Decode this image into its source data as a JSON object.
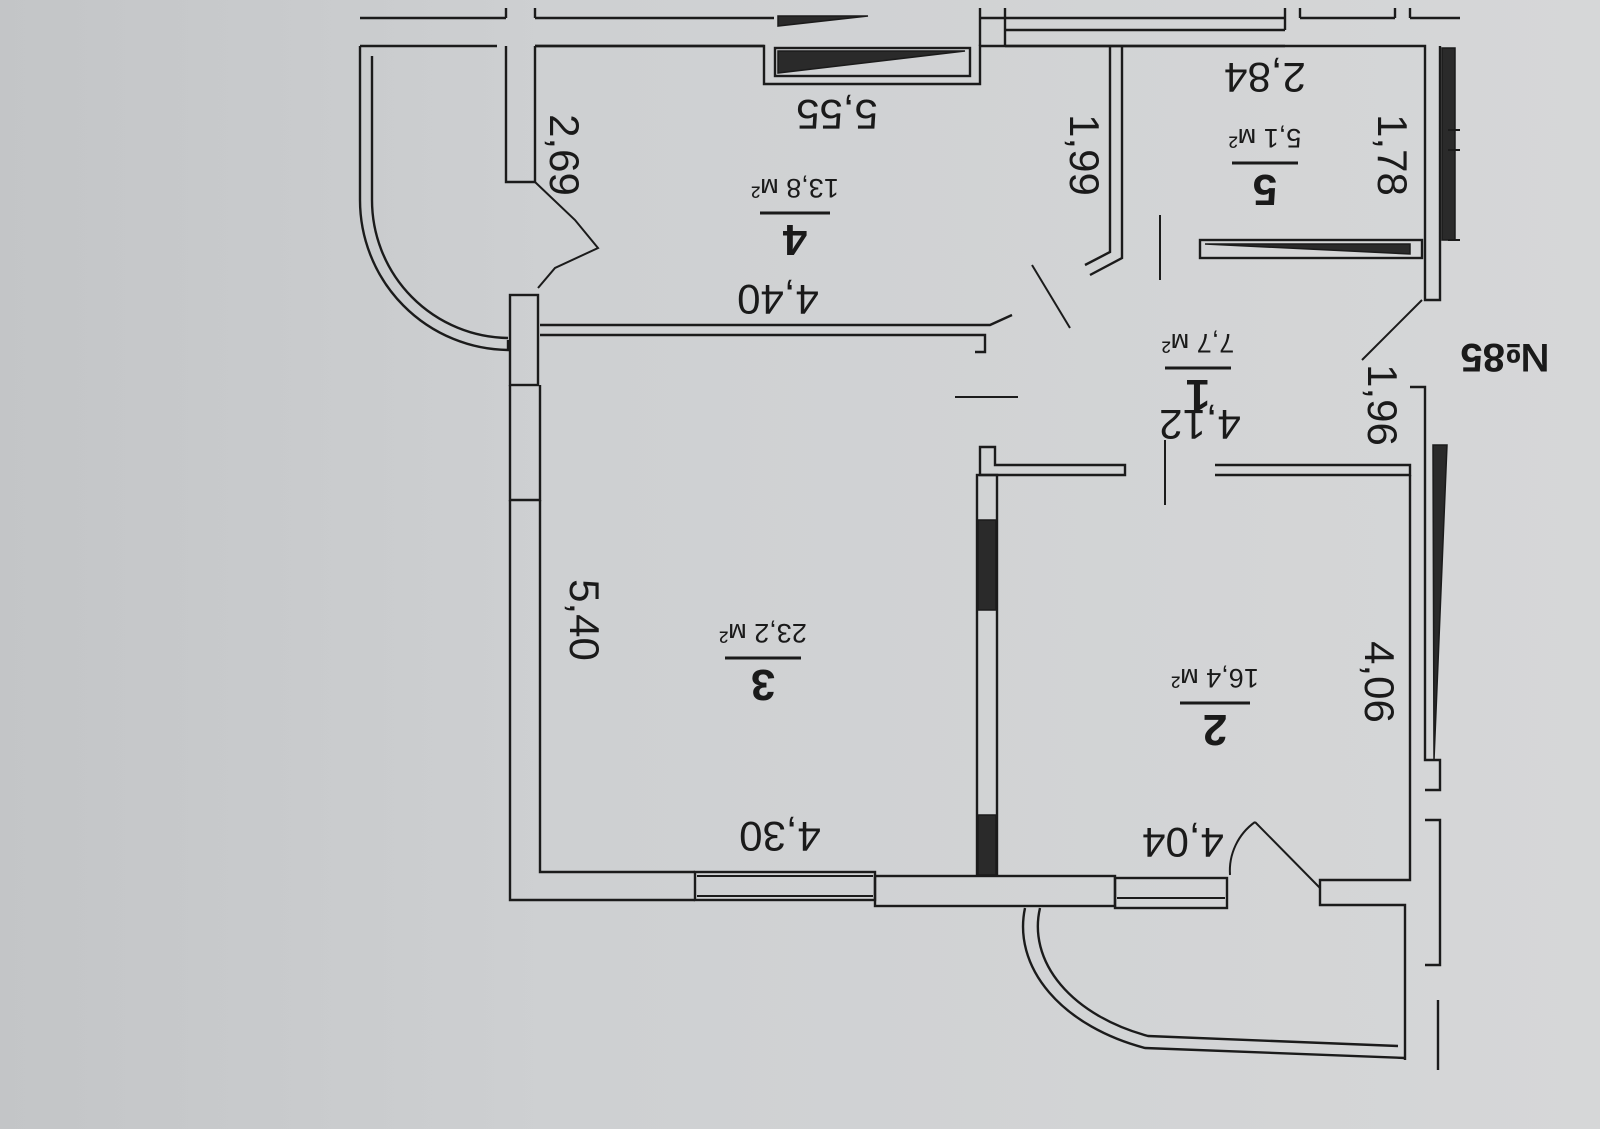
{
  "title": "№85",
  "rooms": [
    {
      "number": "1",
      "area": "7,7 м²"
    },
    {
      "number": "2",
      "area": "16,4 м²"
    },
    {
      "number": "3",
      "area": "23,2 м²"
    },
    {
      "number": "4",
      "area": "13,8 м²"
    },
    {
      "number": "5",
      "area": "5,1 м²"
    }
  ],
  "dimensions": {
    "d_2_84": "2,84",
    "d_1_78": "1,78",
    "d_5_55": "5,55",
    "d_1_99": "1,99",
    "d_2_69": "2,69",
    "d_4_40": "4,40",
    "d_1_96": "1,96",
    "d_4_12": "4,12",
    "d_4_06": "4,06",
    "d_5_40": "5,40",
    "d_4_30": "4,30",
    "d_4_04": "4,04"
  }
}
